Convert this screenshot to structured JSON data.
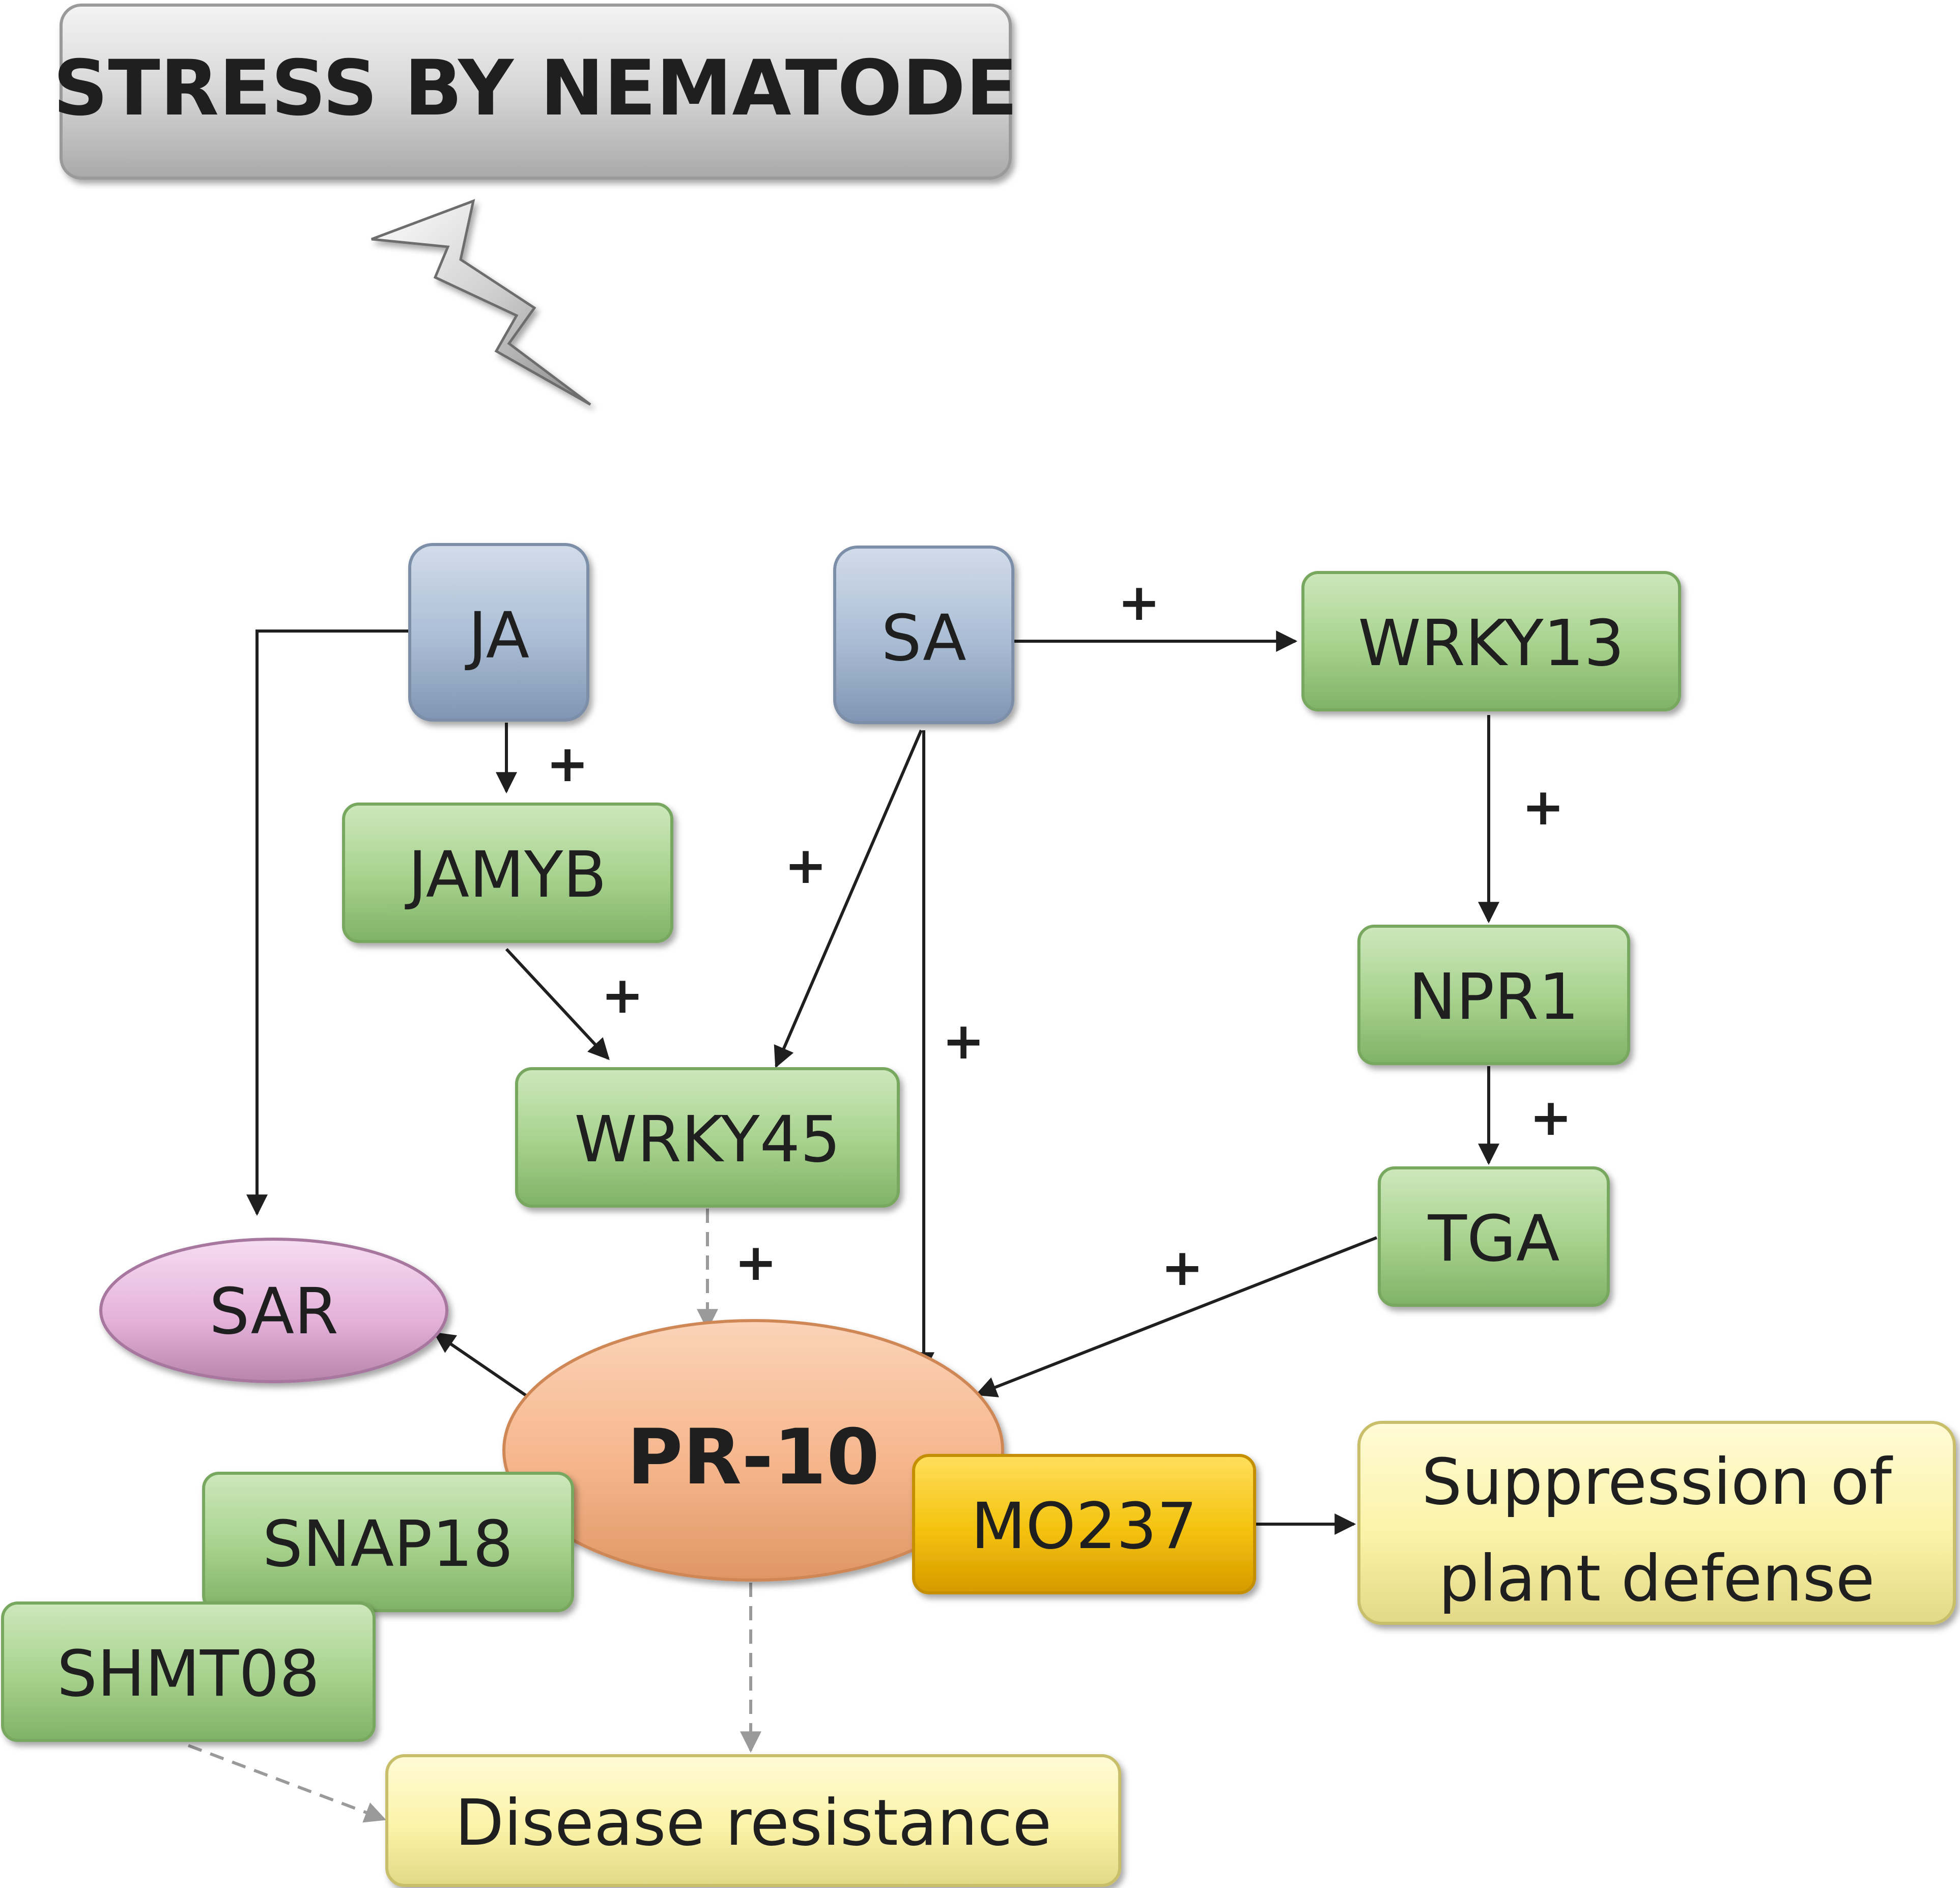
{
  "title": "STRESS BY NEMATODE",
  "nodes": {
    "ja": "JA",
    "sa": "SA",
    "jamyb": "JAMYB",
    "wrky13": "WRKY13",
    "wrky45": "WRKY45",
    "npr1": "NPR1",
    "tga": "TGA",
    "sar": "SAR",
    "pr10": "PR-10",
    "snap18": "SNAP18",
    "shmt08": "SHMT08",
    "mo237": "MO237",
    "suppression_line1": "Suppression of",
    "suppression_line2": "plant defense",
    "disease_resistance": "Disease resistance"
  },
  "edge_labels": {
    "ja_jamyb": "+",
    "sa_wrky13": "+",
    "wrky13_npr1": "+",
    "jamyb_wrky45": "+",
    "sa_wrky45": "+",
    "sa_pr10": "+",
    "npr1_tga": "+",
    "wrky45_pr10": "+",
    "tga_pr10": "+"
  },
  "colors": {
    "title_box": "#d7d7d7",
    "hormone_box": "#a9bcd4",
    "gene_box": "#a6d18c",
    "sar_ellipse": "#e5b3db",
    "pr10_ellipse": "#f6b68c",
    "mo237_box": "#f4c20d",
    "outcome_box": "#fbf3a8",
    "arrow_solid": "#1f1f1f",
    "arrow_dashed": "#9a9a9a"
  }
}
